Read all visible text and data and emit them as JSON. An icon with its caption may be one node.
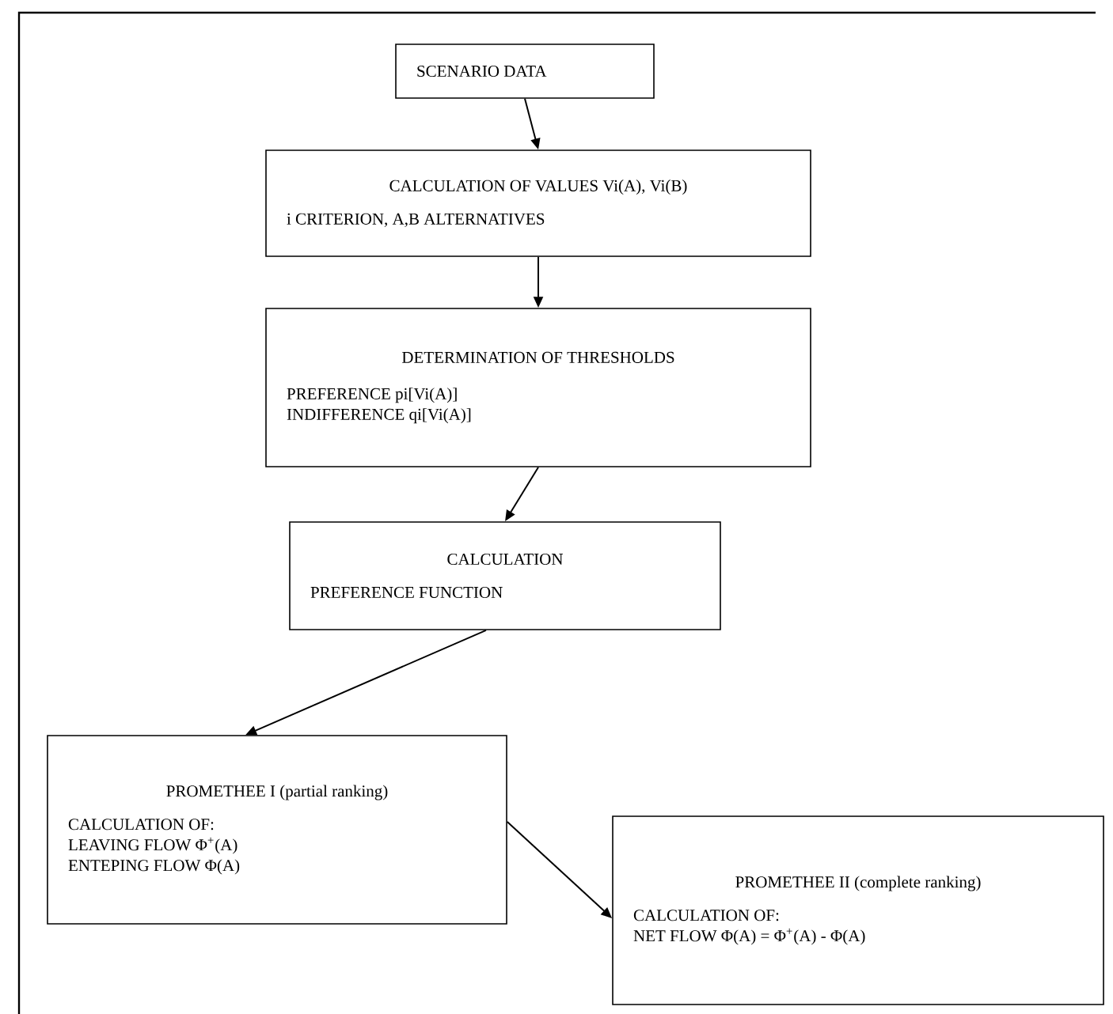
{
  "diagram": {
    "nodes": [
      {
        "text": [
          "SCENARIO DATA"
        ]
      },
      {
        "text": [
          "CALCULATION OF VALUES Vi(A), Vi(B)",
          "i CRITERION, A,B ALTERNATIVES"
        ]
      },
      {
        "text": [
          "DETERMINATION OF THRESHOLDS",
          "PREFERENCE pi[Vi(A)]",
          "INDIFFERENCE qi[Vi(A)]"
        ]
      },
      {
        "text": [
          "CALCULATION",
          "PREFERENCE FUNCTION"
        ]
      },
      {
        "text": [
          "PROMETHEE I (partial ranking)",
          "CALCULATION OF:",
          "LEAVING FLOW Φ$^{+}$(A)",
          "ENTEPING FLOW Φ(A)"
        ]
      },
      {
        "text": [
          "PROMETHEE II (complete ranking)",
          "CALCULATION OF:",
          "NET FLOW Φ(A) = Φ$^{+}$(A) - Φ(A)"
        ]
      }
    ],
    "edges": [
      {
        "from": 0,
        "to": 1,
        "arrow": "to"
      },
      {
        "from": 1,
        "to": 2,
        "arrow": "to"
      },
      {
        "from": 2,
        "to": 3,
        "arrow": "to"
      },
      {
        "from": 3,
        "to": 4,
        "arrow": "to"
      },
      {
        "from": 4,
        "to": 5,
        "arrow": "to"
      }
    ]
  }
}
